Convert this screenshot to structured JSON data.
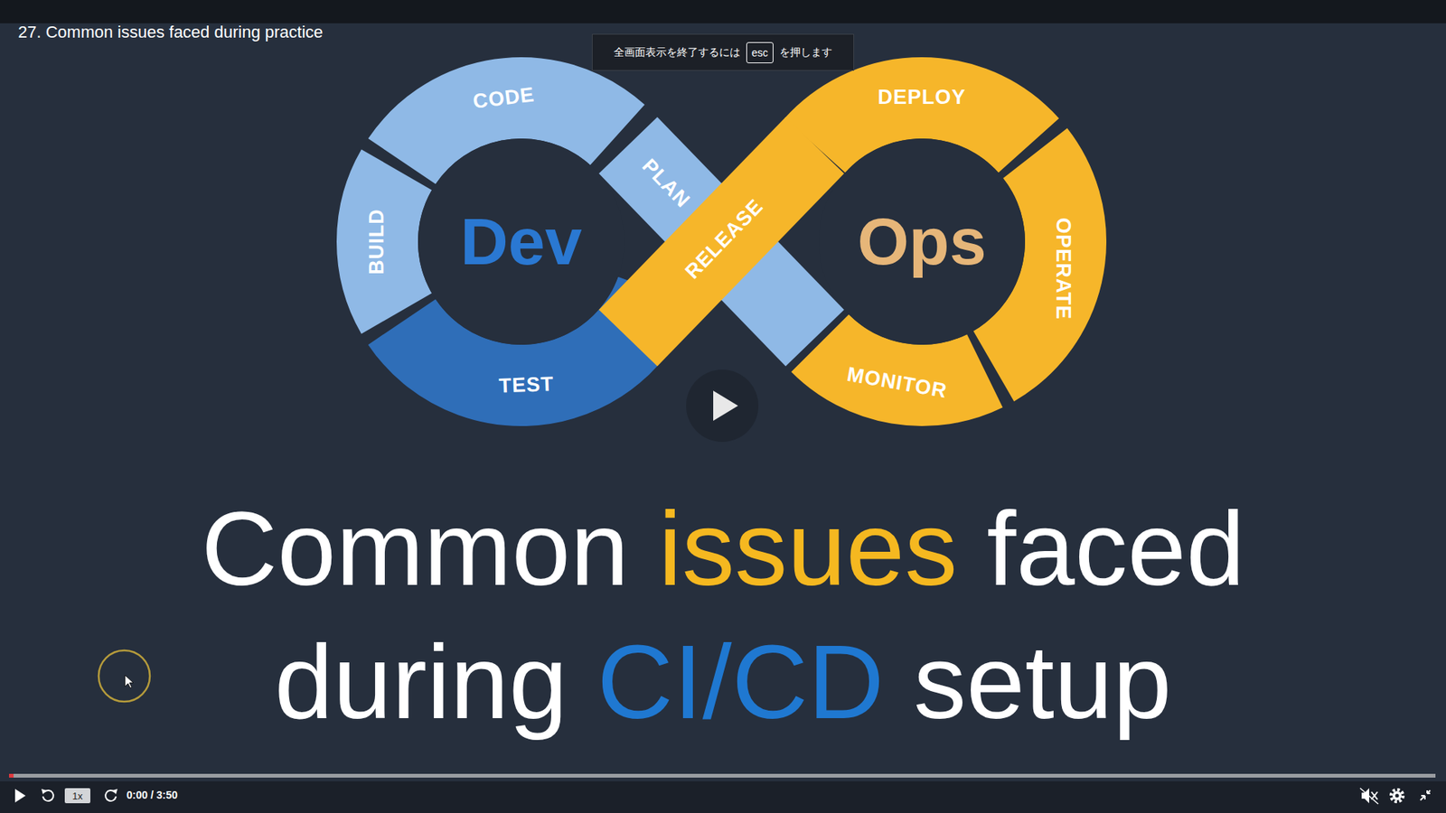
{
  "diagram": {
    "title": "27. Common issues faced during practice",
    "nodes": [
      {
        "text": [
          "全画面表示を終了するには",
          "を押します"
        ]
      },
      {
        "text": [
          "esc"
        ],
        "in": 0
      },
      {
        "text": [
          "1x"
        ]
      }
    ],
    "labels": [
      "CODE",
      "PLAN",
      "BUILD",
      "Dev",
      "RELEASE",
      "TEST",
      "DEPLOY",
      "Ops",
      "OPERATE",
      "MONITOR",
      "Common",
      "issues",
      "faced",
      "during",
      "CI/CD",
      "setup",
      "0:00 / 3:50"
    ]
  }
}
